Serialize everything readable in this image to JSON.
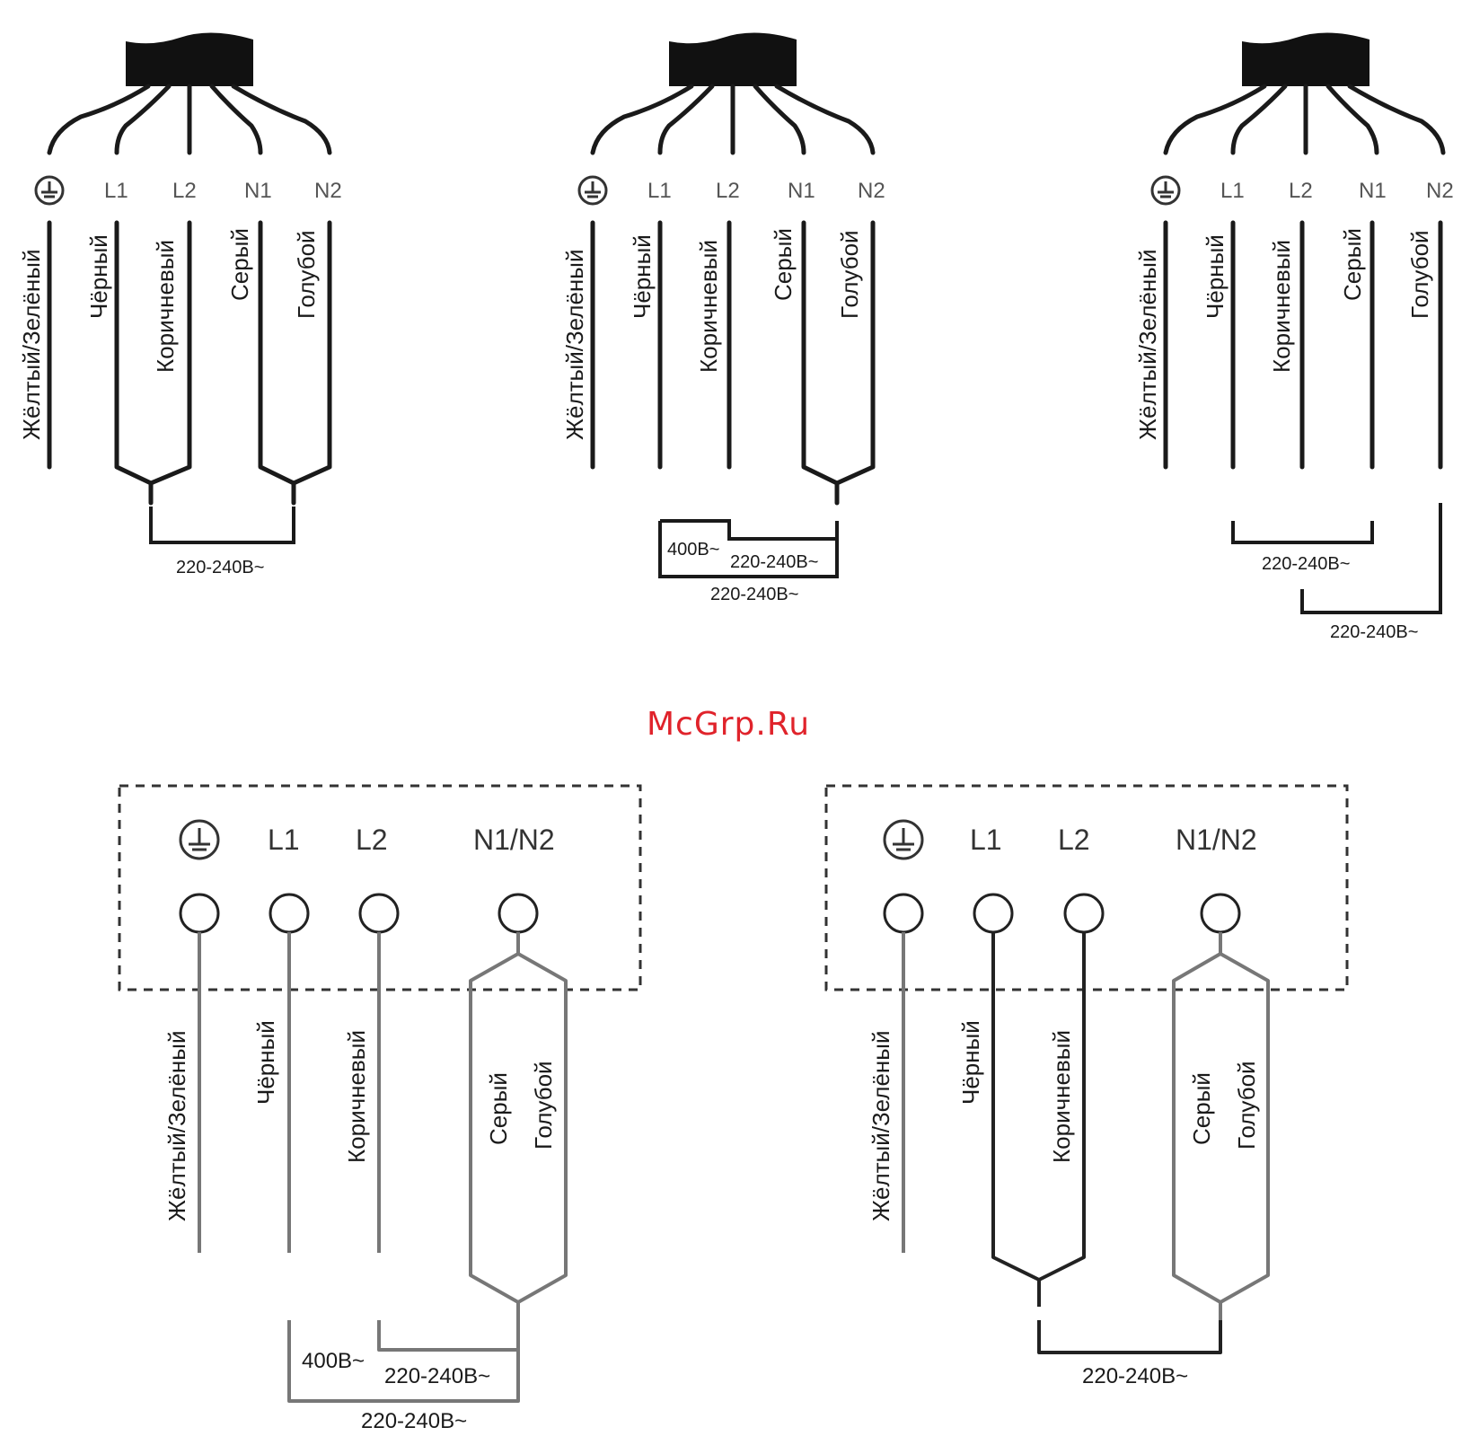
{
  "watermark": "McGrp.Ru",
  "terminals_top": [
    "L1",
    "L2",
    "N1",
    "N2"
  ],
  "terminals_bottom": [
    "L1",
    "L2",
    "N1/N2"
  ],
  "wire_colors": {
    "ground": "Жёлтый/Зелёный",
    "black": "Чёрный",
    "brown": "Коричневый",
    "grey": "Серый",
    "blue": "Голубой"
  },
  "voltages": {
    "single": "220-240В~",
    "three": "400В~"
  },
  "icons": [
    "ground-symbol-icon",
    "connector-block-icon",
    "terminal-circle-icon"
  ]
}
